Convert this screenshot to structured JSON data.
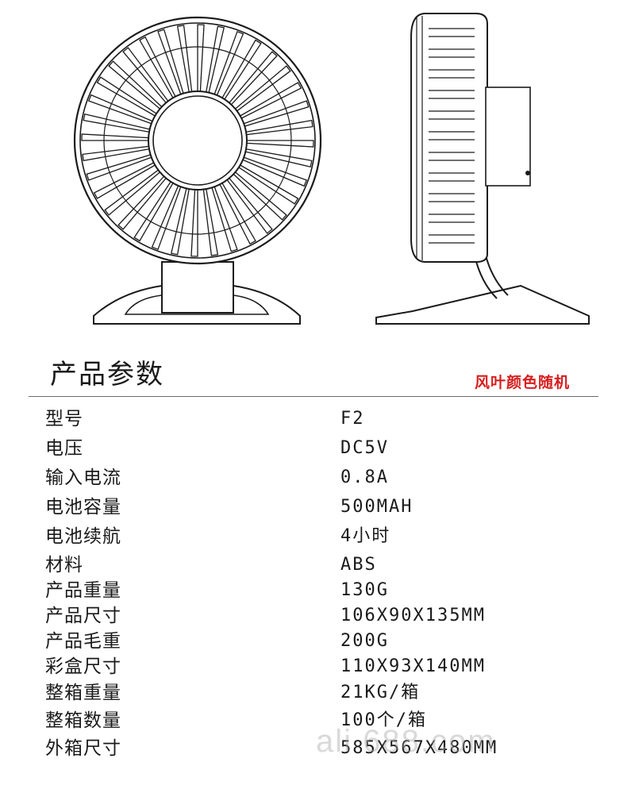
{
  "section_title": "产品参数",
  "color_note": "风叶颜色随机",
  "specs": [
    {
      "label": "型号",
      "value": "F2"
    },
    {
      "label": "电压",
      "value": "DC5V"
    },
    {
      "label": "输入电流",
      "value": "0.8A"
    },
    {
      "label": "电池容量",
      "value": "500MAH"
    },
    {
      "label": "电池续航",
      "value": "4小时"
    },
    {
      "label": "材料",
      "value": "ABS"
    },
    {
      "label": "产品重量",
      "value": "130G"
    },
    {
      "label": "产品尺寸",
      "value": "106X90X135MM"
    },
    {
      "label": "产品毛重",
      "value": "200G"
    },
    {
      "label": "彩盒尺寸",
      "value": "110X93X140MM"
    },
    {
      "label": "整箱重量",
      "value": "21KG/箱"
    },
    {
      "label": "整箱数量",
      "value": "100个/箱"
    },
    {
      "label": "外箱尺寸",
      "value": "585X567X480MM"
    }
  ],
  "watermark": "ali 688.com",
  "colors": {
    "note": "#d81e1e",
    "line": "#1a1a1a",
    "rule": "#6b6b6b"
  }
}
